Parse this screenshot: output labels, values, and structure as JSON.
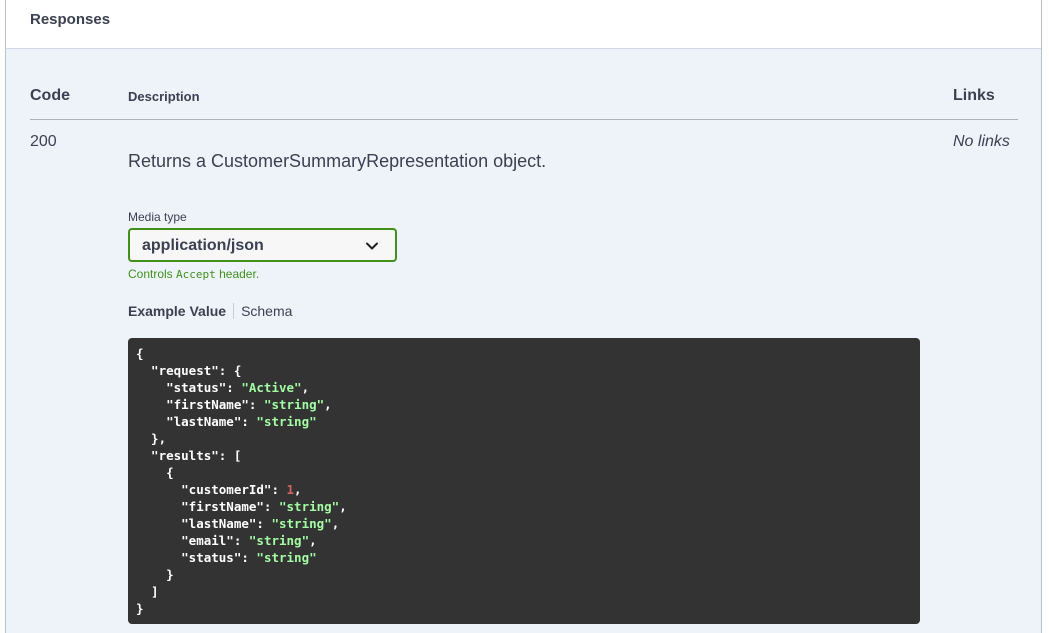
{
  "section": {
    "title": "Responses"
  },
  "columns": {
    "code": "Code",
    "description": "Description",
    "links": "Links"
  },
  "response": {
    "code": "200",
    "description": "Returns a CustomerSummaryRepresentation object.",
    "links": "No links"
  },
  "media": {
    "label": "Media type",
    "selected": "application/json",
    "controls_prefix": "Controls ",
    "controls_code": "Accept",
    "controls_suffix": " header."
  },
  "tabs": {
    "example": "Example Value",
    "schema": "Schema"
  },
  "example_json": {
    "lines": [
      "{",
      "  \"request\": {",
      "    \"status\": \"Active\",",
      "    \"firstName\": \"string\",",
      "    \"lastName\": \"string\"",
      "  },",
      "  \"results\": [",
      "    {",
      "      \"customerId\": 1,",
      "      \"firstName\": \"string\",",
      "      \"lastName\": \"string\",",
      "      \"email\": \"string\",",
      "      \"status\": \"string\"",
      "    }",
      "  ]",
      "}"
    ]
  },
  "colors": {
    "accent_green": "#41901c",
    "code_bg": "#333333",
    "code_string": "#a2fca2",
    "code_number": "#d36363"
  },
  "icons": {
    "select_chevron": "chevron-down-icon"
  }
}
